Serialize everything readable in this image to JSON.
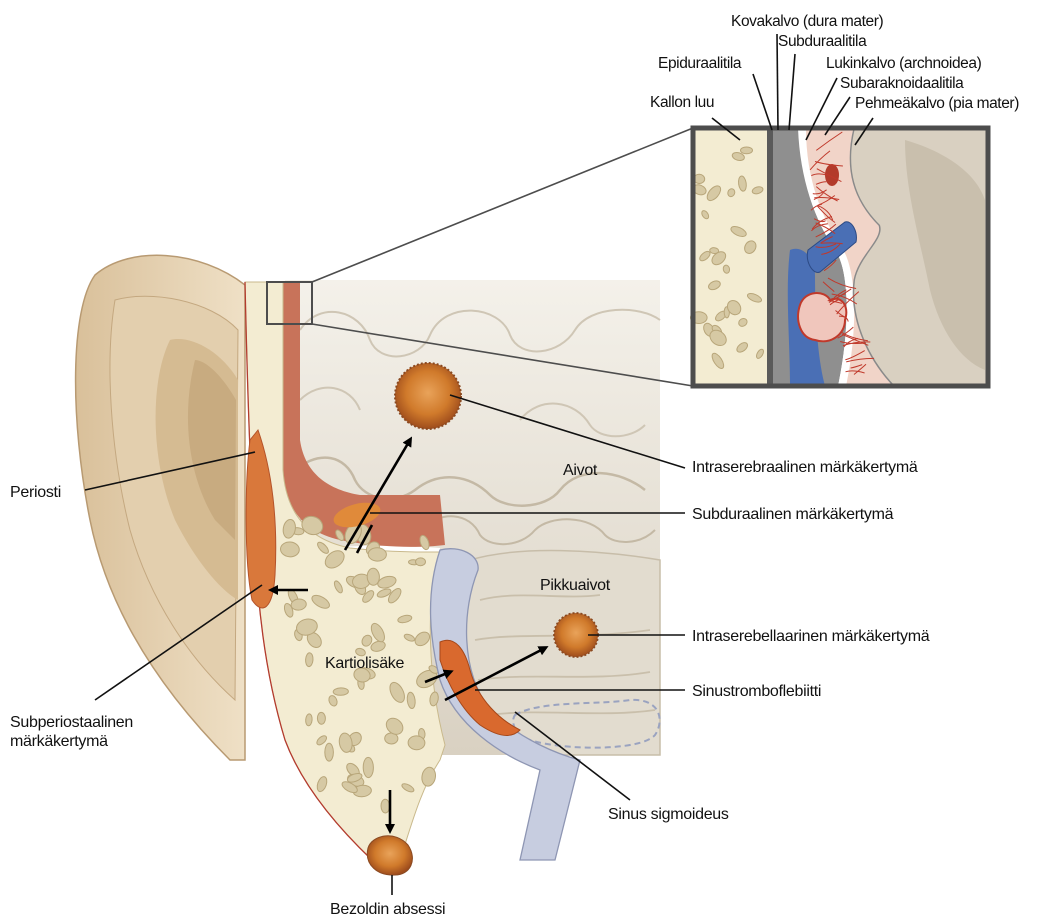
{
  "labels": {
    "kovakalvo": "Kovakalvo (dura mater)",
    "subduraalitila": "Subduraalitila",
    "epiduraalitila": "Epiduraalitila",
    "lukinkalvo": "Lukinkalvo (archnoidea)",
    "subaraknoidaalitila": "Subaraknoidaalitila",
    "kallon_luu": "Kallon luu",
    "pehmeakalvo": "Pehmeäkalvo (pia mater)",
    "aivot": "Aivot",
    "intraserebraalinen": "Intraserebraalinen märkäkertymä",
    "periosti": "Periosti",
    "subduraalinen": "Subduraalinen märkäkertymä",
    "pikkuaivot": "Pikkuaivot",
    "intraserebellaarinen": "Intraserebellaarinen märkäkertymä",
    "kartiolisake": "Kartiolisäke",
    "sinustromboflebiitti": "Sinustromboflebiitti",
    "subperiostaalinen_line1": "Subperiostaalinen",
    "subperiostaalinen_line2": "märkäkertymä",
    "sinus_sigmoideus": "Sinus sigmoideus",
    "bezoldin": "Bezoldin absessi"
  },
  "colors": {
    "bone": "#f3ecd2",
    "bone_dark": "#e8dcb8",
    "ear": "#e6d3b5",
    "ear_shadow": "#c9b08a",
    "brain": "#e7e2d8",
    "brain_fold": "#cfc6b5",
    "dura": "#c8735a",
    "abscess": "#d9782e",
    "abscess_dark": "#a24c1e",
    "vein": "#4a6fb5",
    "sinus": "#c7cde0",
    "artery": "#c0392b",
    "inset_frame": "#4d4d4d",
    "membrane_grey": "#8d8d8d"
  }
}
